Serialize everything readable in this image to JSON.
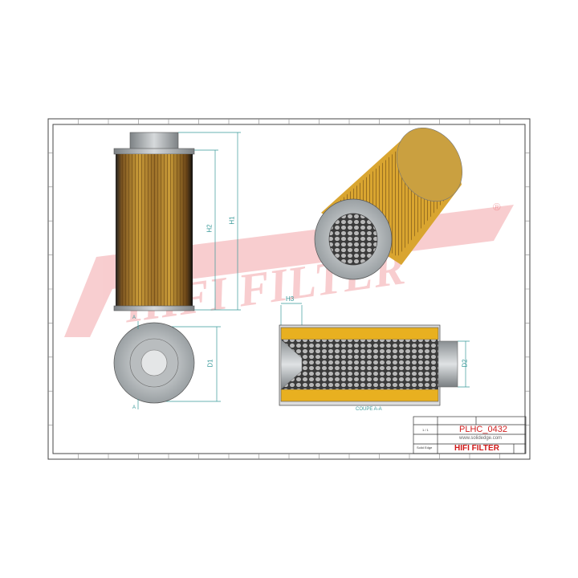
{
  "watermark": {
    "text": "HIFI FILTER",
    "registered": "®",
    "color": "#e0202a"
  },
  "views": {
    "dimensions": {
      "h1": "H1",
      "h2": "H2",
      "h3": "H3",
      "d1": "D1",
      "d2": "D2"
    },
    "section_marker": "A",
    "section_label": "COUPE A-A"
  },
  "title_block": {
    "reference": "PLHC_0432",
    "website": "www.solidedge.com",
    "brand": "HIFI FILTER",
    "software": "Solid Edge",
    "scale": "1 / 1"
  },
  "colors": {
    "frame": "#333333",
    "dimension": "#3a9a9a",
    "filter_media": "#e8b030",
    "metal": "#a8acb0",
    "brand": "#d01818"
  }
}
